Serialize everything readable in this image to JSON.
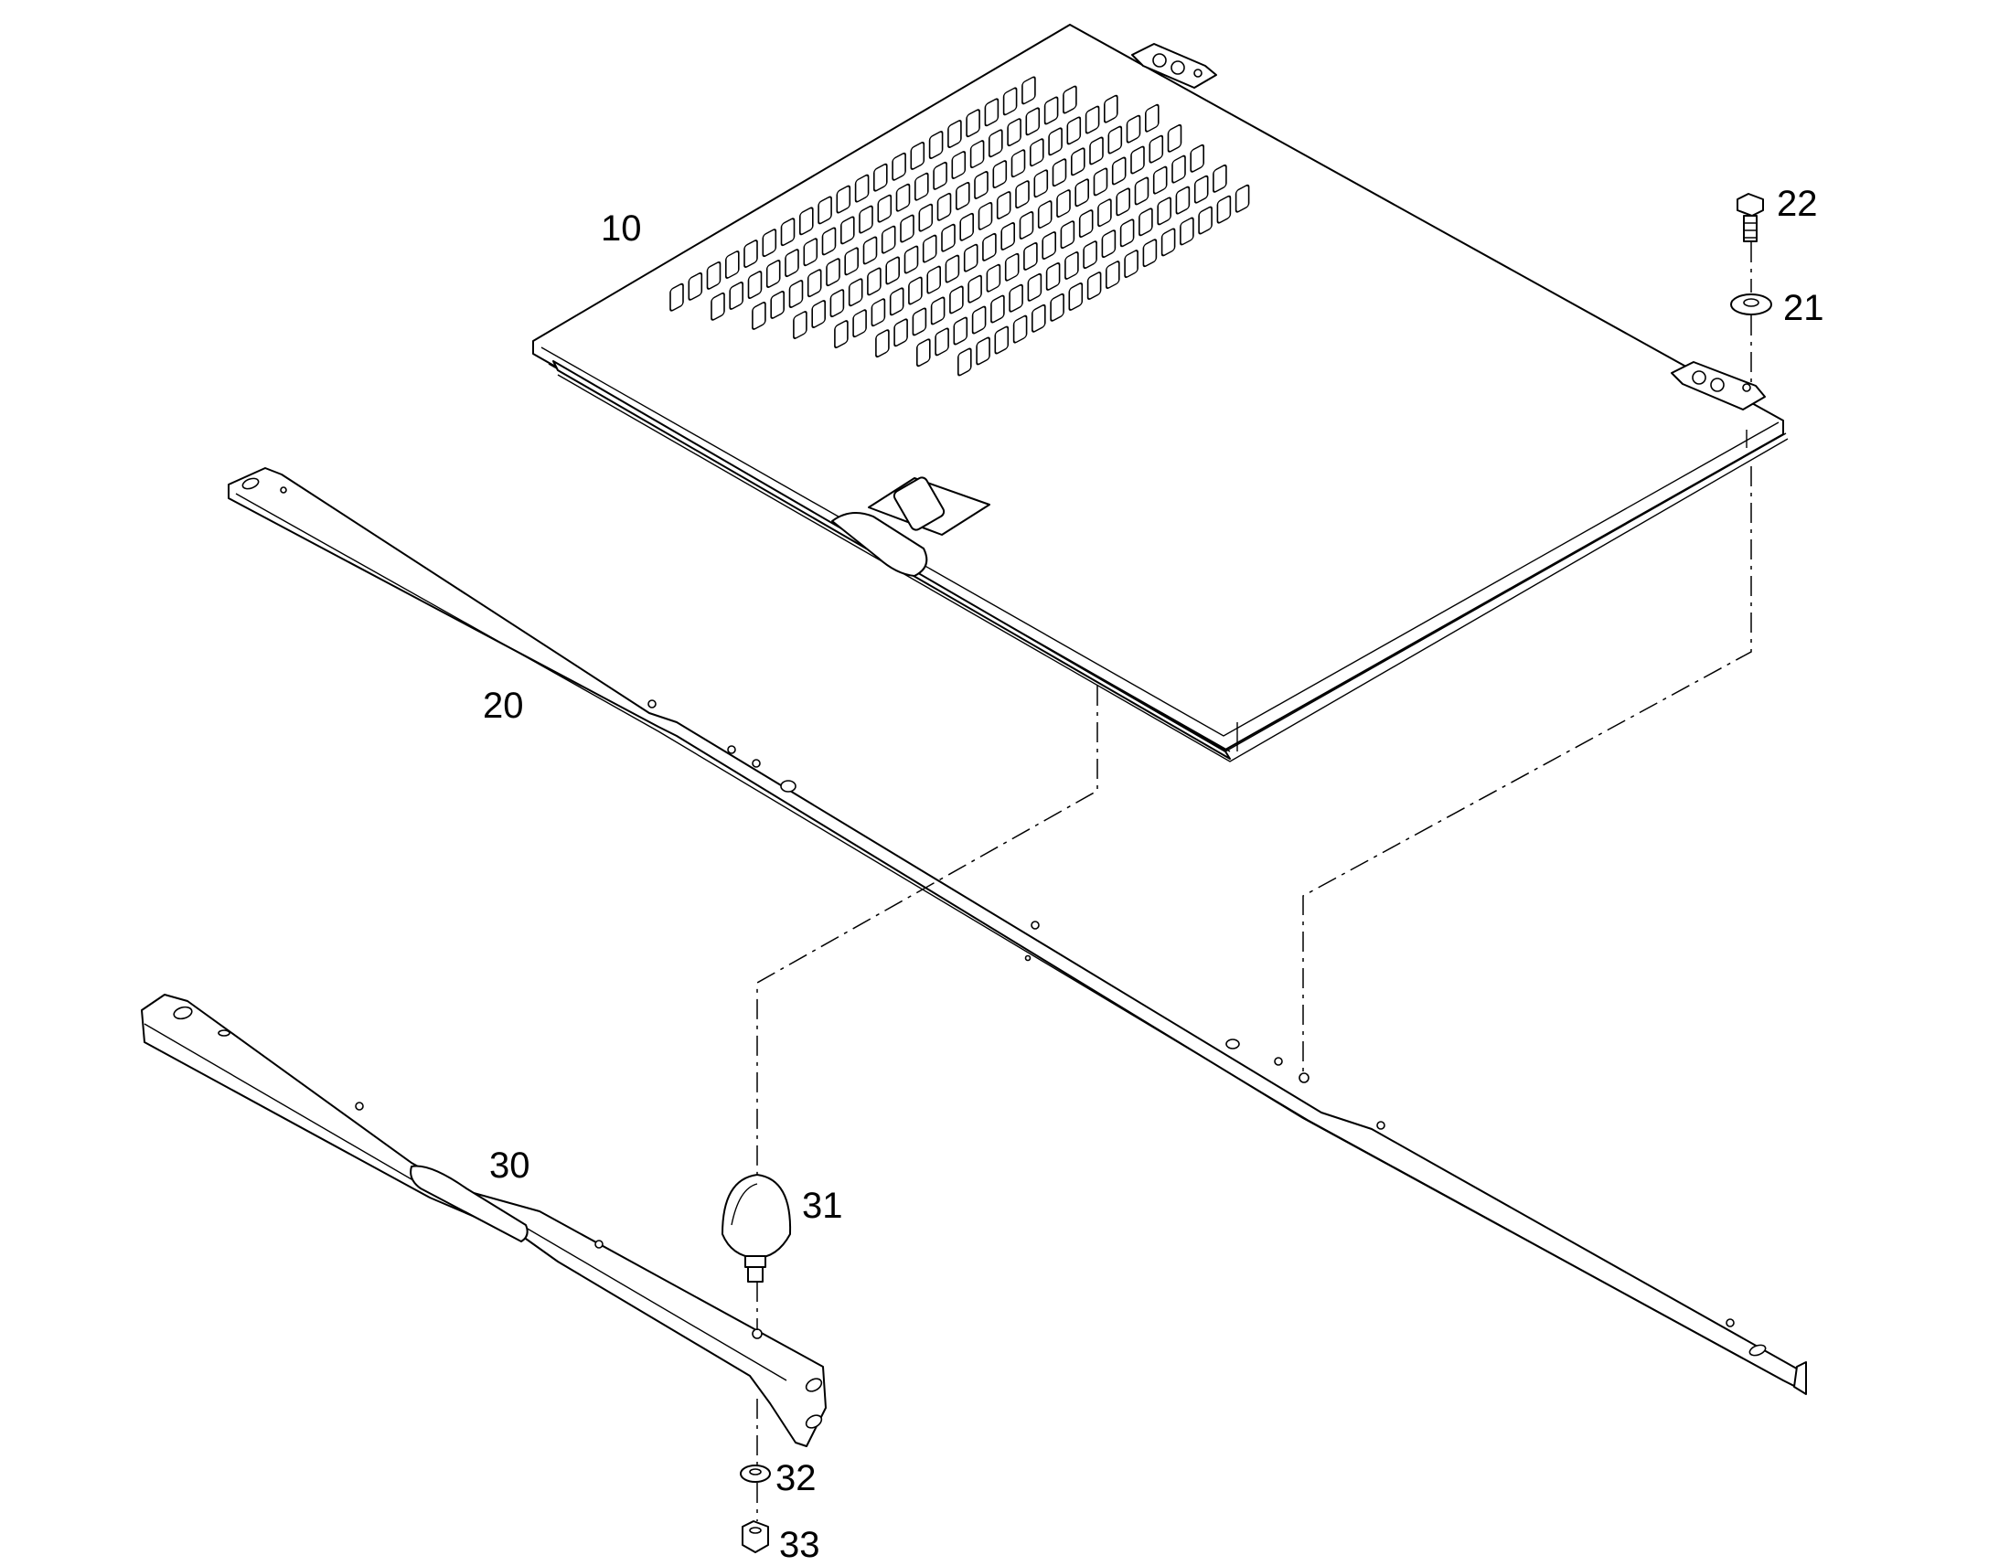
{
  "callouts": {
    "c10": "10",
    "c20": "20",
    "c21": "21",
    "c22": "22",
    "c30": "30",
    "c31": "31",
    "c32": "32",
    "c33": "33"
  },
  "colors": {
    "line": "#000000",
    "background": "#ffffff"
  }
}
